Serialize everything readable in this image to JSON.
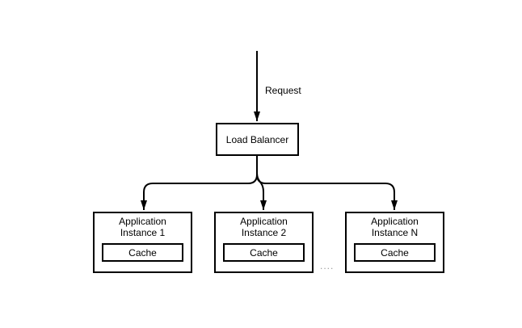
{
  "diagram": {
    "request_label": "Request",
    "load_balancer": {
      "label": "Load Balancer"
    },
    "instances": [
      {
        "lines": [
          "Application",
          "Instance 1"
        ],
        "cache_label": "Cache"
      },
      {
        "lines": [
          "Application",
          "Instance 2"
        ],
        "cache_label": "Cache"
      },
      {
        "lines": [
          "Application",
          "Instance N"
        ],
        "cache_label": "Cache"
      }
    ],
    "ellipsis": "....",
    "colors": {
      "line": "#000000",
      "box_border": "#000000",
      "box_fill": "#ffffff",
      "ellipsis": "#999999"
    }
  }
}
